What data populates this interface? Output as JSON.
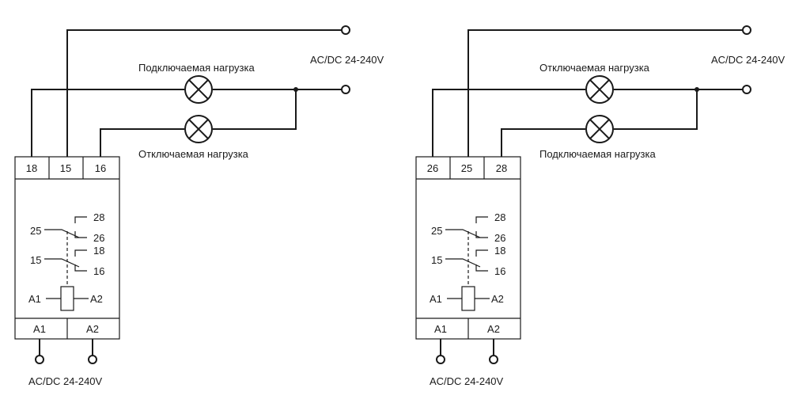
{
  "left": {
    "supply_top": "AC/DC 24-240V",
    "supply_bottom": "AC/DC 24-240V",
    "load_upper": "Подключаемая нагрузка",
    "load_lower": "Отключаемая нагрузка",
    "terminals_top": [
      "18",
      "15",
      "16"
    ],
    "terminals_bottom": [
      "A1",
      "A2"
    ],
    "contacts": {
      "c1_nc": "28",
      "c1_com": "25",
      "c1_no": "26",
      "c2_nc": "18",
      "c2_com": "15",
      "c2_no": "16"
    },
    "coil_a1": "A1",
    "coil_a2": "A2"
  },
  "right": {
    "supply_top": "AC/DC 24-240V",
    "supply_bottom": "AC/DC 24-240V",
    "load_upper": "Отключаемая нагрузка",
    "load_lower": "Подключаемая нагрузка",
    "terminals_top": [
      "26",
      "25",
      "28"
    ],
    "terminals_bottom": [
      "A1",
      "A2"
    ],
    "contacts": {
      "c1_nc": "28",
      "c1_com": "25",
      "c1_no": "26",
      "c2_nc": "18",
      "c2_com": "15",
      "c2_no": "16"
    },
    "coil_a1": "A1",
    "coil_a2": "A2"
  }
}
